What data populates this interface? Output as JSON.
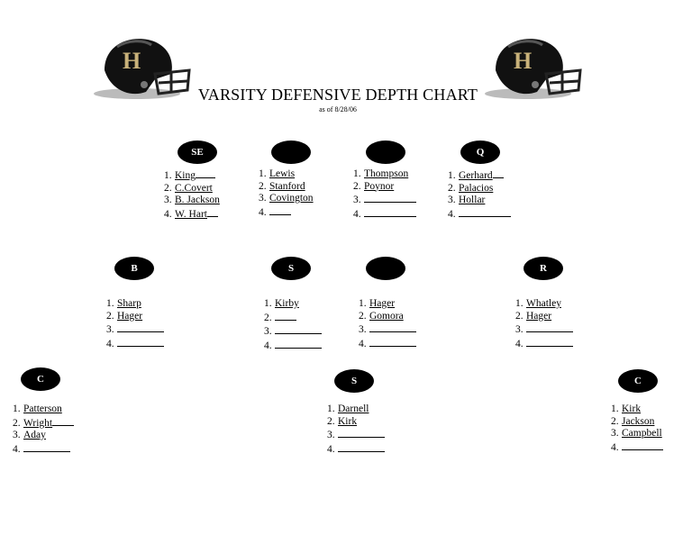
{
  "header": {
    "title": "VARSITY DEFENSIVE DEPTH CHART",
    "subtitle": "as of 8/28/06",
    "helmet_letter": "H"
  },
  "positions": [
    {
      "label": "SE",
      "players": [
        "King",
        "C.Covert",
        "B. Jackson",
        "W. Hart"
      ]
    },
    {
      "label": "",
      "players": [
        "Lewis",
        "Stanford",
        "Covington",
        ""
      ]
    },
    {
      "label": "",
      "players": [
        "Thompson",
        "Poynor",
        "",
        ""
      ]
    },
    {
      "label": "Q",
      "players": [
        "Gerhard",
        "Palacios",
        "Hollar",
        ""
      ]
    },
    {
      "label": "B",
      "players": [
        "Sharp",
        "Hager",
        "",
        ""
      ]
    },
    {
      "label": "S",
      "players": [
        "Kirby",
        "",
        "",
        ""
      ]
    },
    {
      "label": "",
      "players": [
        "Hager",
        "Gomora",
        "",
        ""
      ]
    },
    {
      "label": "R",
      "players": [
        "Whatley",
        "Hager",
        "",
        ""
      ]
    },
    {
      "label": "C",
      "players": [
        "Patterson",
        "Wright",
        "Aday",
        ""
      ]
    },
    {
      "label": "S",
      "players": [
        "Darnell",
        "Kirk",
        "",
        ""
      ]
    },
    {
      "label": "C",
      "players": [
        "Kirk",
        "Jackson",
        "Campbell",
        ""
      ]
    }
  ],
  "numbers": [
    "1.",
    "2.",
    "3.",
    "4."
  ],
  "colors": {
    "helmet": "#111111",
    "logo": "#c9b27a",
    "oval": "#000000"
  }
}
